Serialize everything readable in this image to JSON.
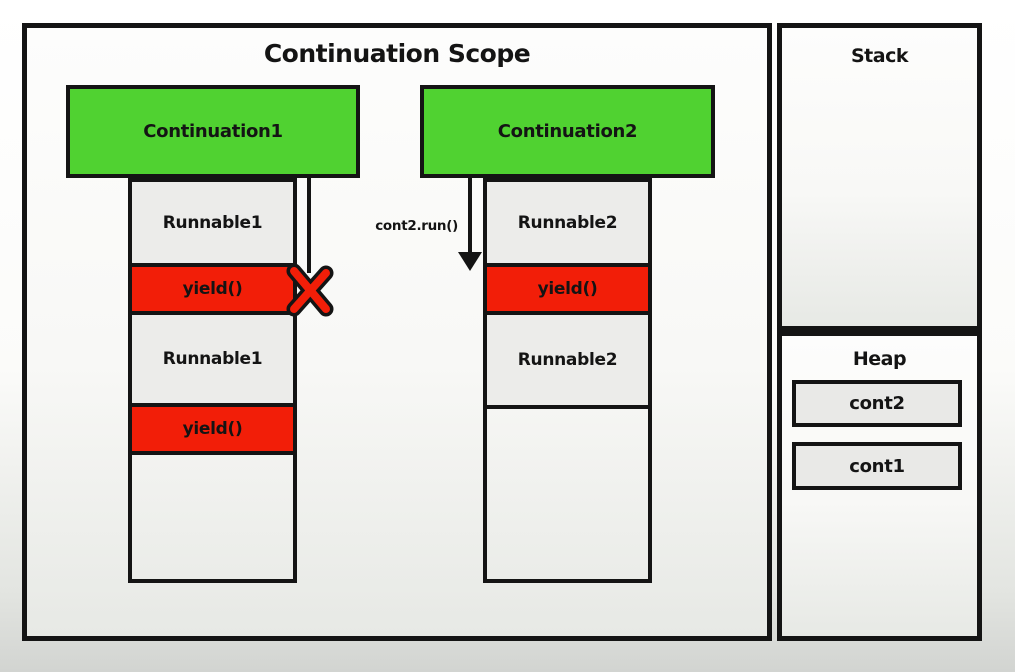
{
  "title": "Continuation Scope",
  "continuation1": {
    "label": "Continuation1",
    "frames": [
      {
        "text": "Runnable1",
        "type": "gray"
      },
      {
        "text": "yield()",
        "type": "red"
      },
      {
        "text": "Runnable1",
        "type": "gray"
      },
      {
        "text": "yield()",
        "type": "red"
      },
      {
        "text": "",
        "type": "empty"
      }
    ],
    "run_blocked": true
  },
  "continuation2": {
    "label": "Continuation2",
    "run_label": "cont2.run()",
    "frames": [
      {
        "text": "Runnable2",
        "type": "gray"
      },
      {
        "text": "yield()",
        "type": "red"
      },
      {
        "text": "Runnable2",
        "type": "gray"
      },
      {
        "text": "",
        "type": "empty"
      }
    ],
    "run_blocked": false
  },
  "panels": {
    "stack": {
      "title": "Stack"
    },
    "heap": {
      "title": "Heap",
      "items": [
        {
          "label": "cont2"
        },
        {
          "label": "cont1"
        }
      ]
    }
  },
  "colors": {
    "green": "#50d231",
    "red": "#f21e08",
    "frameGray": "#ececea",
    "heapGray": "#e9e9e7",
    "ink": "#141414"
  }
}
